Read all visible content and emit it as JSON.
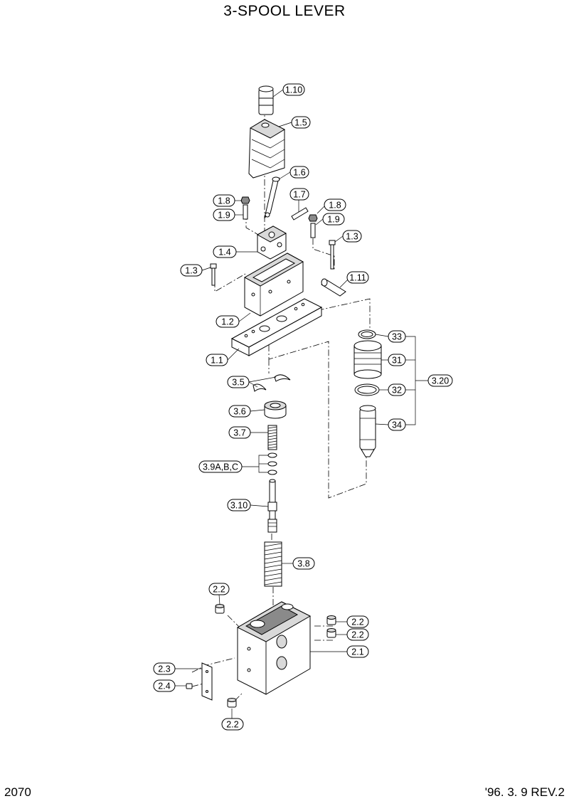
{
  "title": "3-SPOOL LEVER",
  "footer": {
    "page_number": "2070",
    "revision": "'96. 3. 9  REV.2"
  },
  "callouts": {
    "c110": "1.10",
    "c15": "1.5",
    "c16": "1.6",
    "c17": "1.7",
    "c18a": "1.8",
    "c19a": "1.9",
    "c18b": "1.8",
    "c19b": "1.9",
    "c13a": "1.3",
    "c14": "1.4",
    "c13b": "1.3",
    "c111": "1.11",
    "c12": "1.2",
    "c11": "1.1",
    "c33": "33",
    "c31": "31",
    "c32": "32",
    "c34": "34",
    "c320": "3.20",
    "c35": "3.5",
    "c36": "3.6",
    "c37": "3.7",
    "c39": "3.9A,B,C",
    "c310": "3.10",
    "c38": "3.8",
    "c22a": "2.2",
    "c22b": "2.2",
    "c22c": "2.2",
    "c22d": "2.2",
    "c21": "2.1",
    "c23": "2.3",
    "c24": "2.4"
  }
}
